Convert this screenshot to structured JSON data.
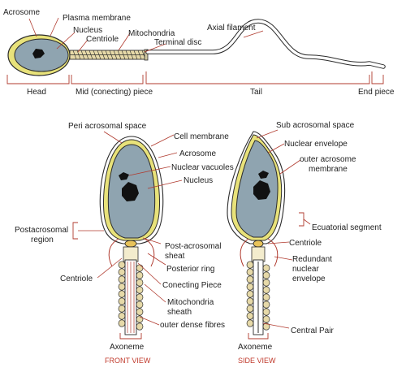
{
  "colors": {
    "nucleus": "#8fa4b0",
    "acrosome": "#e8e27a",
    "outline": "#2b2b2b",
    "leader": "#b03a2e",
    "mito": "#e6d9a8",
    "view_label": "#c0392b"
  },
  "top": {
    "acrosome": "Acrosome",
    "plasma_membrane": "Plasma membrane",
    "nucleus": "Nucleus",
    "centriole": "Centriole",
    "mitochondria": "Mitochondria",
    "terminal_disc": "Terminal disc",
    "axial_filament": "Axial filament",
    "head": "Head",
    "mid_piece": "Mid (conecting) piece",
    "tail": "Tail",
    "end_piece": "End piece"
  },
  "front": {
    "peri_acrosomal_space": "Peri acrosomal space",
    "cell_membrane": "Cell membrane",
    "acrosome": "Acrosome",
    "nuclear_vacuoles": "Nuclear vacuoles",
    "nucleus": "Nucleus",
    "postacrosomal_region": "Postacrosomal\nregion",
    "post_acrosomal_sheat": "Post-acrosomal\nsheat",
    "posterior_ring": "Posterior ring",
    "centriole": "Centriole",
    "conecting_piece": "Conecting Piece",
    "mitochondria_sheath": "Mitochondria\nsheath",
    "outer_dense_fibres": "outer dense fibres",
    "axoneme": "Axoneme",
    "view_title": "FRONT VIEW"
  },
  "side": {
    "sub_acrosomal_space": "Sub acrosomal space",
    "nuclear_envelope": "Nuclear envelope",
    "outer_acrosome_membrane": "outer acrosome\nmembrane",
    "ecuatorial_segment": "Ecuatorial segment",
    "centriole": "Centriole",
    "redundant_nuclear_envelope": "Redundant\nnuclear\nenvelope",
    "central_pair": "Central Pair",
    "axoneme": "Axoneme",
    "view_title": "SIDE VIEW"
  }
}
